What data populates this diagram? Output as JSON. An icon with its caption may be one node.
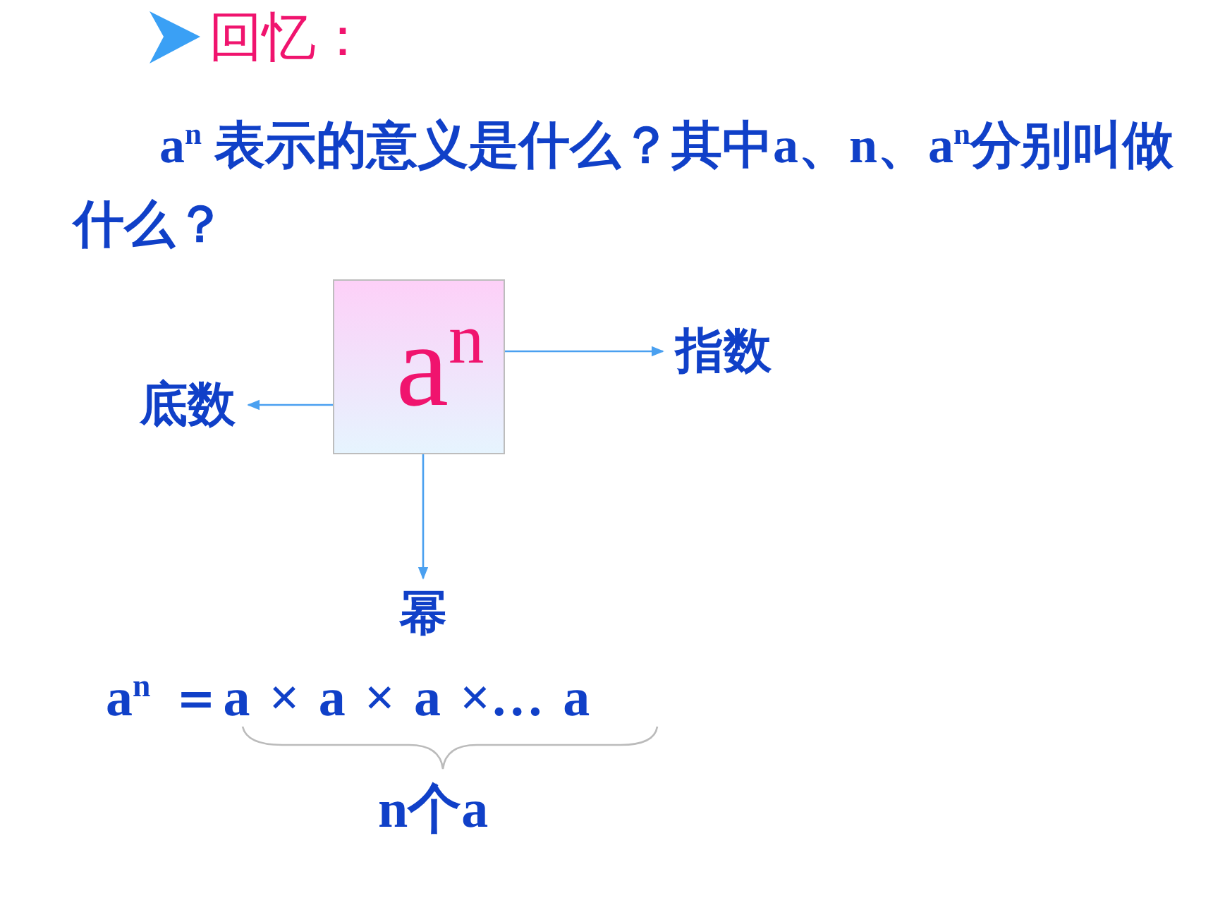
{
  "diagram": {
    "title": "回忆：",
    "nodes": [
      {
        "text": [
          "a$^{n}$"
        ]
      },
      {
        "text": [
          "指数"
        ]
      },
      {
        "text": [
          "底数"
        ]
      },
      {
        "text": [
          "幂"
        ]
      }
    ],
    "edges": [
      {
        "from": 0,
        "to": 1,
        "arrow": "to"
      },
      {
        "from": 0,
        "to": 2,
        "arrow": "to"
      },
      {
        "from": 0,
        "to": 3,
        "arrow": "to"
      }
    ],
    "labels": [
      "a$^{n}$ 表示的意义是什么？其中a、n、a$^{n}$分别叫做什么？",
      "a$^{n}$ ＝a × a × a ×… a",
      "n个a"
    ]
  }
}
